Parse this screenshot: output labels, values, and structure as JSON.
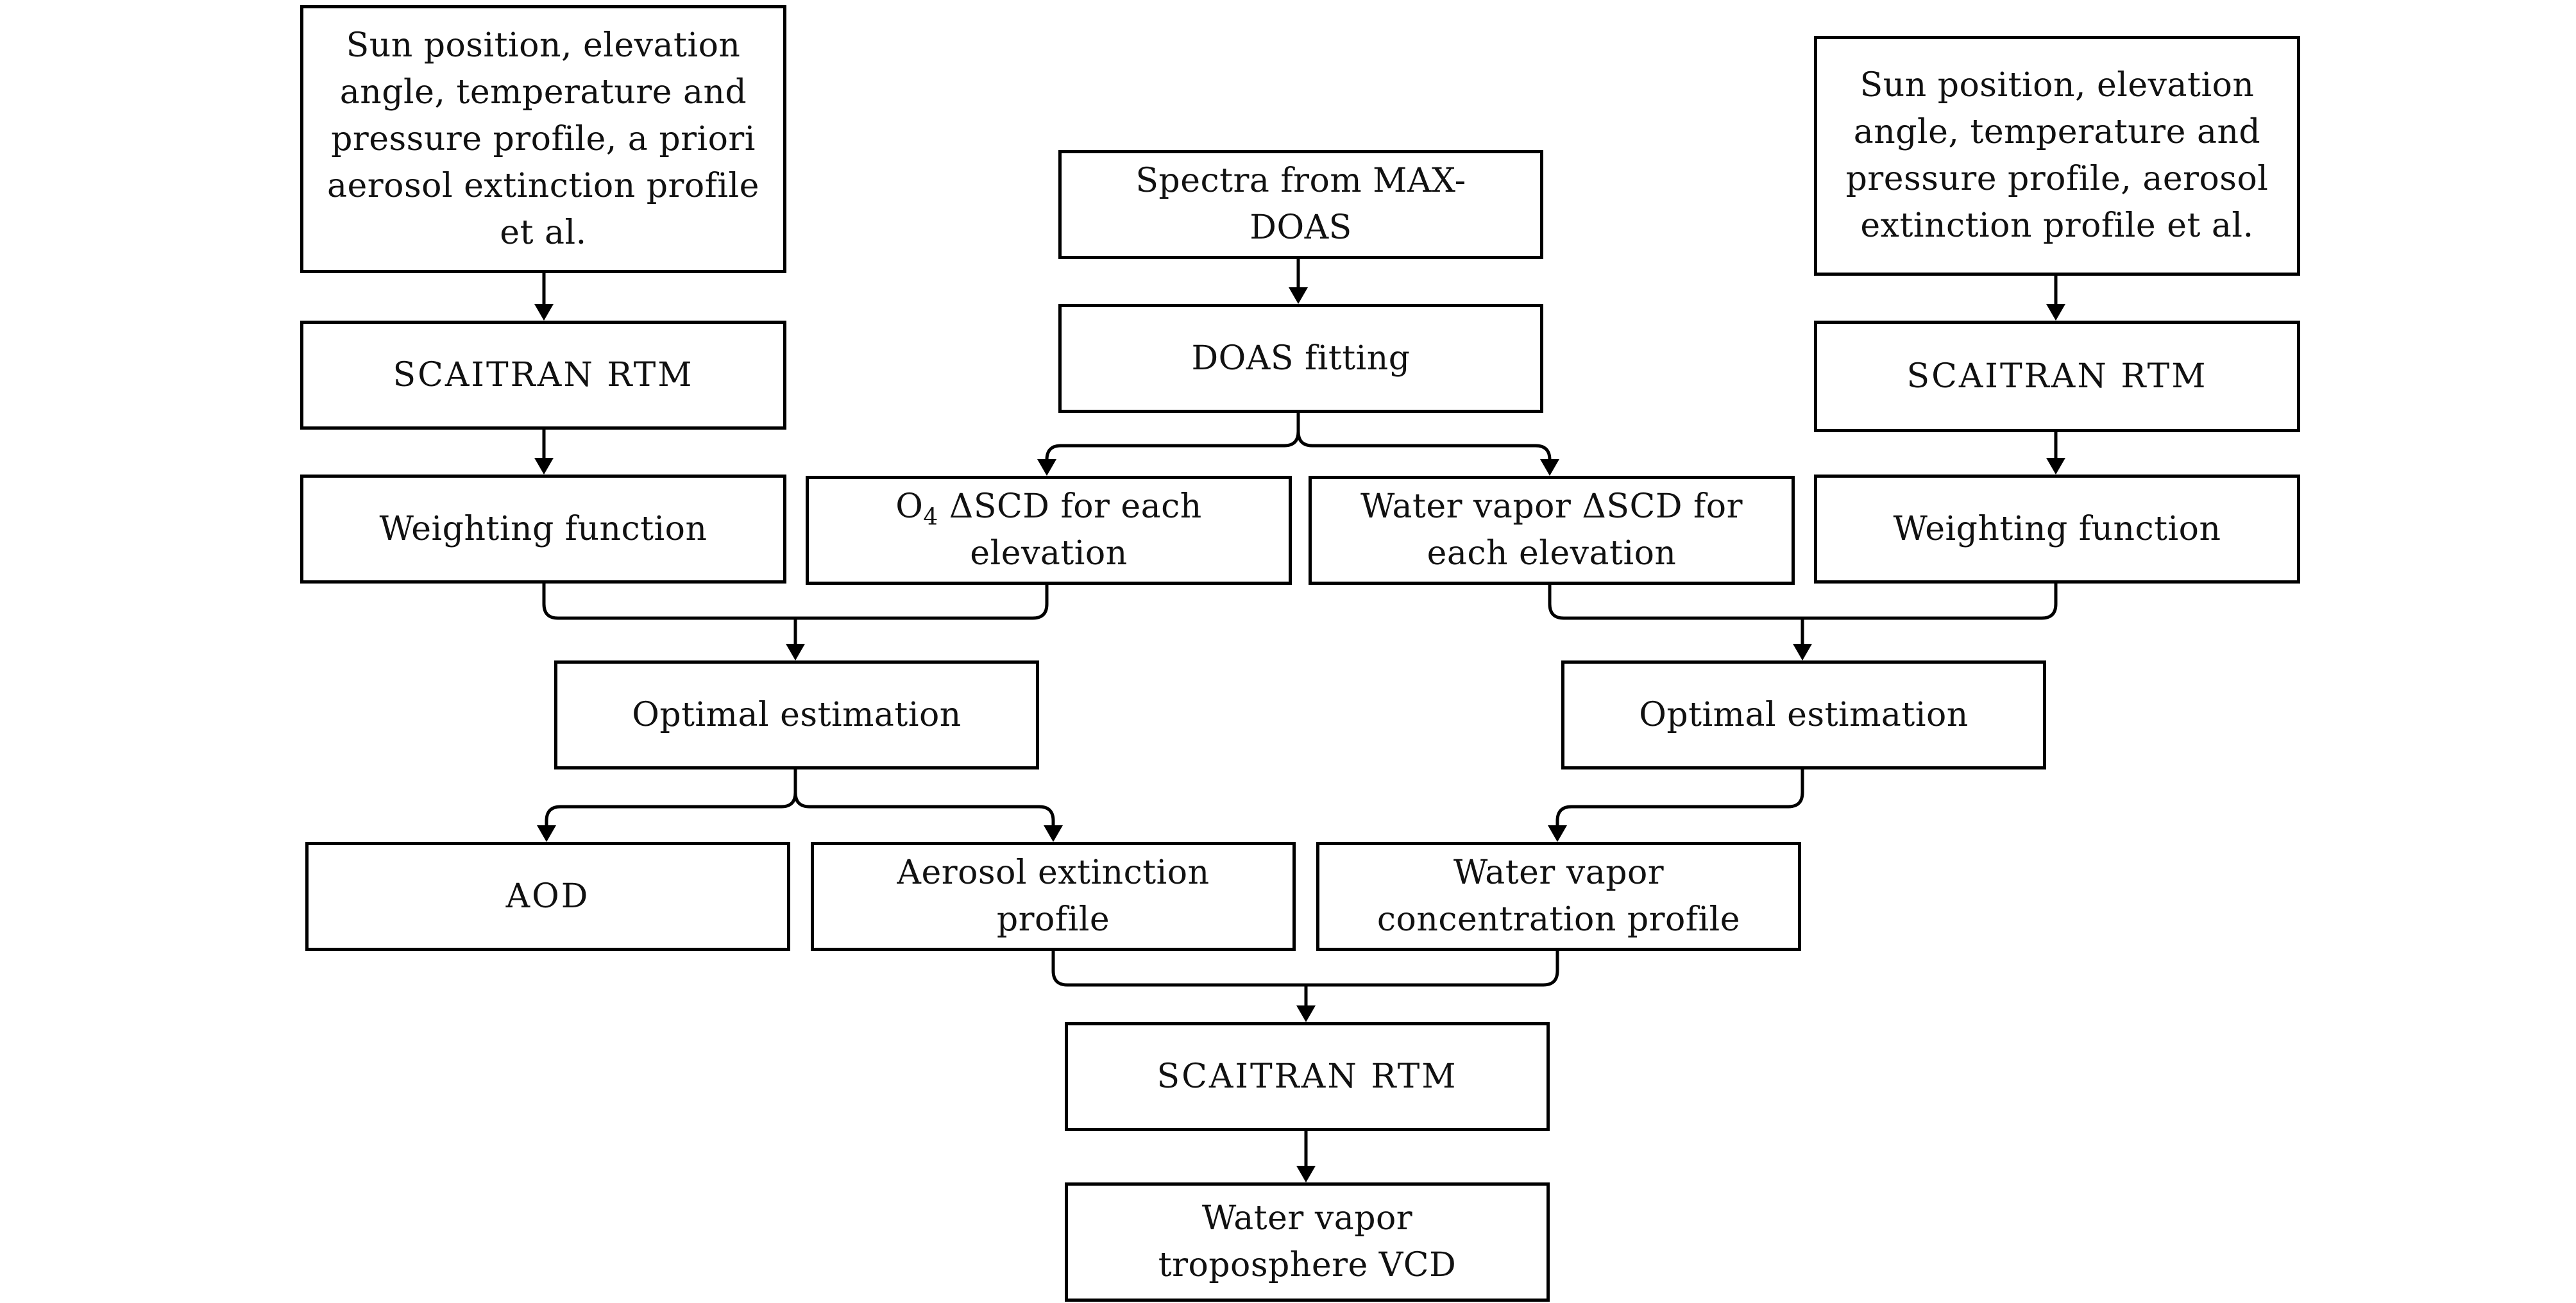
{
  "nodes": {
    "inputs_left": "Sun position, elevation\nangle, temperature and\npressure profile, a priori\naerosol extinction profile\net al.",
    "rtm_left": "SCAITRAN RTM",
    "wf_left": "Weighting function",
    "spectra": "Spectra from MAX-\nDOAS",
    "doas_fit": "DOAS fitting",
    "o4_scd_prefix": "O",
    "o4_scd_sub": "4",
    "o4_scd_rest": " ΔSCD for each\nelevation",
    "wv_scd": "Water vapor ΔSCD for\neach elevation",
    "inputs_right": "Sun position, elevation\nangle, temperature and\npressure profile, aerosol\nextinction profile et al.",
    "rtm_right": "SCAITRAN RTM",
    "wf_right": "Weighting function",
    "oe_left": "Optimal estimation",
    "oe_right": "Optimal estimation",
    "aod": "AOD",
    "aer_profile": "Aerosol extinction\nprofile",
    "wv_profile": "Water vapor\nconcentration profile",
    "rtm_bottom": "SCAITRAN RTM",
    "wv_vcd": "Water vapor\ntroposphere VCD"
  },
  "style": {
    "stroke_color": "#000000",
    "text_color": "#111111",
    "background": "#ffffff"
  }
}
